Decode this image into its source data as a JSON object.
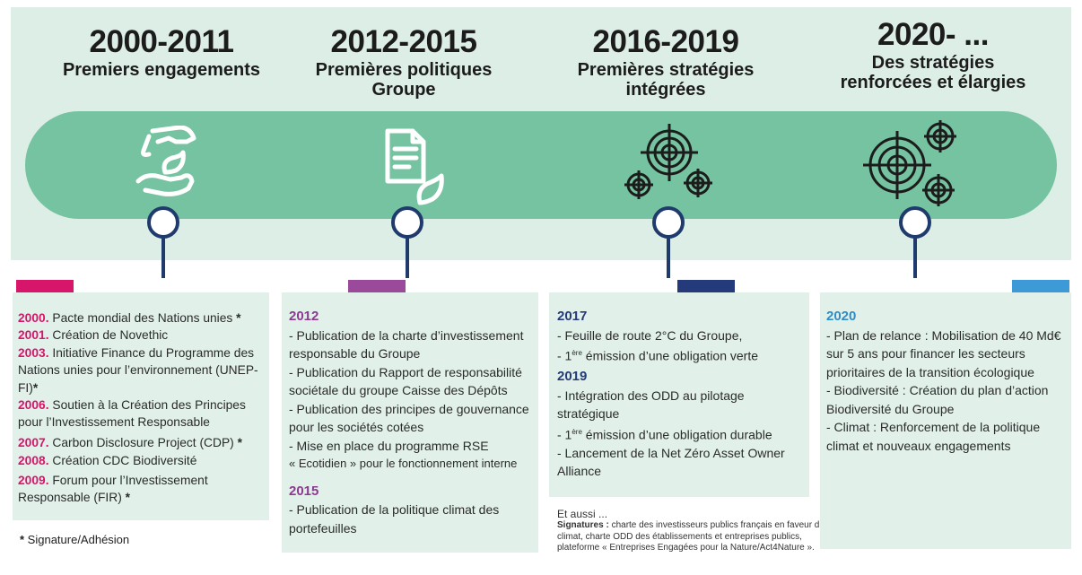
{
  "phases": [
    {
      "years": "2000-2011",
      "title": "Premiers engagements",
      "accent": "#d6156b"
    },
    {
      "years": "2012-2015",
      "title": "Premières politiques\nGroupe",
      "accent": "#9b4a9b"
    },
    {
      "years": "2016-2019",
      "title": "Premières stratégies\nintégrées",
      "accent": "#243a7a"
    },
    {
      "years": "2020- ...",
      "title": "Des stratégies\nrenforcées et élargies",
      "accent": "#3d9ad6"
    }
  ],
  "icons": [
    "hands-leaf-icon",
    "document-leaf-icon",
    "targets-three-icon",
    "targets-three-large-icon"
  ],
  "card1": {
    "items": [
      {
        "year": "2000.",
        "text": " Pacte mondial des Nations unies ",
        "star": "*"
      },
      {
        "year": "2001.",
        "text": " Création de Novethic",
        "star": ""
      },
      {
        "year": "2003.",
        "text": " Initiative Finance du Programme des Nations unies pour l’environnement (UNEP-FI)",
        "star": "*"
      },
      {
        "year": "2006.",
        "text": " Soutien à la Création des Principes pour l’Investissement Responsable",
        "star": ""
      },
      {
        "year": "2007.",
        "text": " Carbon Disclosure Project (CDP) ",
        "star": "*"
      },
      {
        "year": "2008.",
        "text": " Création CDC Biodiversité",
        "star": ""
      },
      {
        "year": "2009.",
        "text": " Forum pour l’Investissement Responsable (FIR) ",
        "star": "*"
      }
    ],
    "footnote_star": "*",
    "footnote_text": " Signature/Adhésion"
  },
  "card2": {
    "y1": "2012",
    "l1": "- Publication de la charte d’investissement responsable du Groupe",
    "l2": "- Publication du Rapport de responsabilité sociétale du groupe Caisse des Dépôts",
    "l3": "- Publication des principes de gouvernance pour les sociétés cotées",
    "l4": "- Mise en place du programme RSE",
    "l5": "« Ecotidien » pour le fonctionnement interne",
    "y2": "2015",
    "l6": "- Publication de la politique climat des portefeuilles"
  },
  "card3": {
    "y1": "2017",
    "l1": "- Feuille de route 2°C du Groupe,",
    "l2a": "- 1",
    "l2sup": "ère",
    "l2b": " émission d’une obligation verte",
    "y2": "2019",
    "l3": "- Intégration des ODD au pilotage stratégique",
    "l4a": "- 1",
    "l4sup": "ère",
    "l4b": " émission d’une obligation durable",
    "l5": "- Lancement de la Net Zéro Asset Owner Alliance",
    "aussi_title": "Et aussi ...",
    "aussi_bold": "Signatures :",
    "aussi_text": " charte des investisseurs publics français en faveur du climat, charte ODD des établissements et entreprises publics, plateforme « Entreprises Engagées pour la Nature/Act4Nature »."
  },
  "card4": {
    "y1": "2020",
    "l1": "- Plan de relance : Mobilisation de 40 Md€ sur 5 ans pour financer les secteurs prioritaires de la transition écologique",
    "l2": "- Biodiversité : Création du plan d’action Biodiversité du Groupe",
    "l3": "- Climat : Renforcement de la politique climat et nouveaux engagements"
  }
}
